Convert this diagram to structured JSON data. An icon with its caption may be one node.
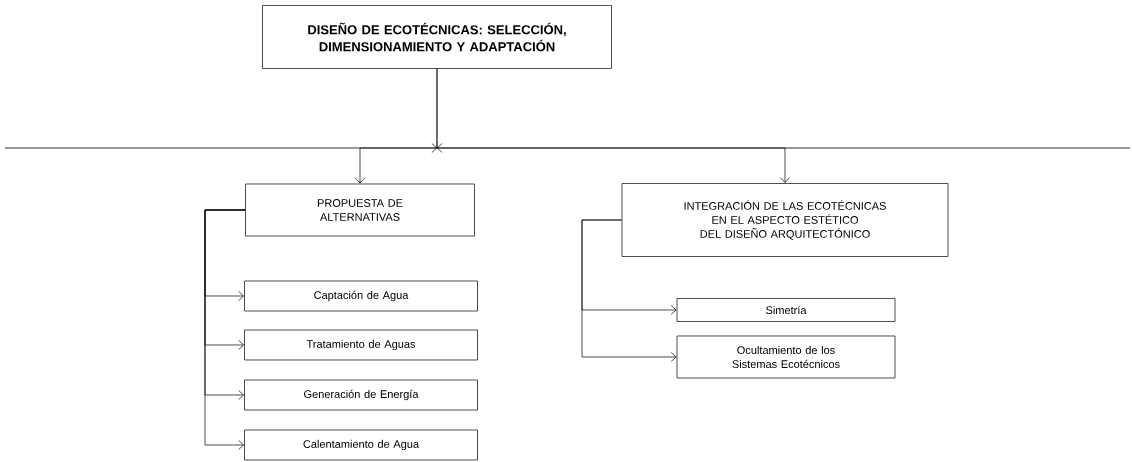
{
  "diagram": {
    "nodes": [
      {
        "text": [
          "DISEÑO DE ECOTÉCNICAS: SELECCIÓN, DIMENSIONAMIENTO Y ADAPTACIÓN"
        ]
      },
      {
        "text": [
          "PROPUESTA DE ALTERNATIVAS"
        ]
      },
      {
        "text": [
          "INTEGRACIÓN DE LAS ECOTÉCNICAS EN EL ASPECTO ESTÉTICO DEL DISEÑO ARQUITECTÓNICO"
        ]
      },
      {
        "text": [
          "Captación de Agua"
        ]
      },
      {
        "text": [
          "Tratamiento de Aguas"
        ]
      },
      {
        "text": [
          "Generación de Energía"
        ]
      },
      {
        "text": [
          "Calentamiento de Agua"
        ]
      },
      {
        "text": [
          "Simetría"
        ]
      },
      {
        "text": [
          "Ocultamiento de los Sistemas Ecotécnicos"
        ]
      }
    ],
    "edges": [
      {
        "from": 0,
        "to": 1,
        "arrow": "to"
      },
      {
        "from": 0,
        "to": 2,
        "arrow": "to"
      },
      {
        "from": 1,
        "to": 3,
        "arrow": "to"
      },
      {
        "from": 1,
        "to": 4,
        "arrow": "to"
      },
      {
        "from": 1,
        "to": 5,
        "arrow": "to"
      },
      {
        "from": 1,
        "to": 6,
        "arrow": "to"
      },
      {
        "from": 2,
        "to": 7,
        "arrow": "to"
      },
      {
        "from": 2,
        "to": 8,
        "arrow": "to"
      }
    ]
  }
}
